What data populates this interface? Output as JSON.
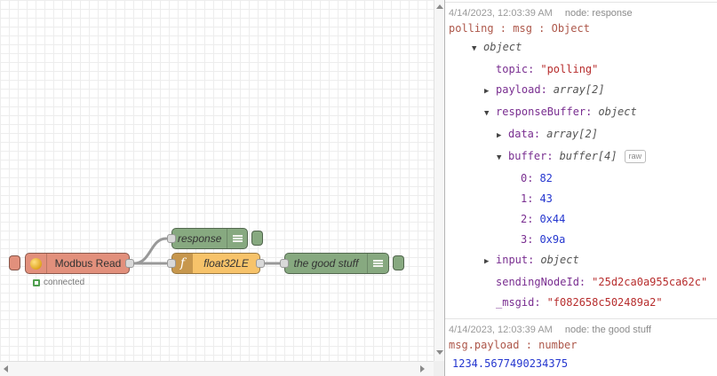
{
  "colors": {
    "modbus_node": "#e2907c",
    "debug_node": "#87a980",
    "function_node": "#f7c36a",
    "status_green": "#4f9f4f",
    "wire": "#999999",
    "string_value": "#b72d2d",
    "number_value": "#2436cf",
    "object_key": "#792e90"
  },
  "canvas": {
    "icons": {
      "modbus_icon": "gold-gear-icon",
      "function_glyph": "f",
      "debug_icon": "list-lines-icon"
    },
    "nodes": {
      "modbus": {
        "label": "Modbus Read",
        "status": "connected"
      },
      "response": {
        "label": "response"
      },
      "float32": {
        "label": "float32LE"
      },
      "goodstuff": {
        "label": "the good stuff"
      }
    }
  },
  "debug": {
    "messages": [
      {
        "timestamp": "4/14/2023, 12:03:39 AM",
        "source": "node: response",
        "path": "polling : msg : Object",
        "rows": [
          {
            "indent": 0,
            "caret": "▼",
            "key": "",
            "type": "object"
          },
          {
            "indent": 1,
            "caret": "",
            "key": "topic:",
            "string": "\"polling\""
          },
          {
            "indent": 1,
            "caret": "▶",
            "key": "payload:",
            "type": "array[2]"
          },
          {
            "indent": 1,
            "caret": "▼",
            "key": "responseBuffer:",
            "type": "object"
          },
          {
            "indent": 2,
            "caret": "▶",
            "key": "data:",
            "type": "array[2]"
          },
          {
            "indent": 2,
            "caret": "▼",
            "key": "buffer:",
            "type": "buffer[4]",
            "raw": "raw"
          },
          {
            "indent": 3,
            "caret": "",
            "key": "0:",
            "number": "82"
          },
          {
            "indent": 3,
            "caret": "",
            "key": "1:",
            "number": "43"
          },
          {
            "indent": 3,
            "caret": "",
            "key": "2:",
            "number": "0x44"
          },
          {
            "indent": 3,
            "caret": "",
            "key": "3:",
            "number": "0x9a"
          },
          {
            "indent": 1,
            "caret": "▶",
            "key": "input:",
            "type": "object"
          },
          {
            "indent": 1,
            "caret": "",
            "key": "sendingNodeId:",
            "string": "\"25d2ca0a955ca62c\""
          },
          {
            "indent": 1,
            "caret": "",
            "key": "_msgid:",
            "string": "\"f082658c502489a2\""
          }
        ]
      },
      {
        "timestamp": "4/14/2023, 12:03:39 AM",
        "source": "node: the good stuff",
        "path": "msg.payload : number",
        "rows": [
          {
            "indent": 0,
            "caret": "",
            "key": "",
            "number": "1234.5677490234375"
          }
        ]
      }
    ]
  }
}
